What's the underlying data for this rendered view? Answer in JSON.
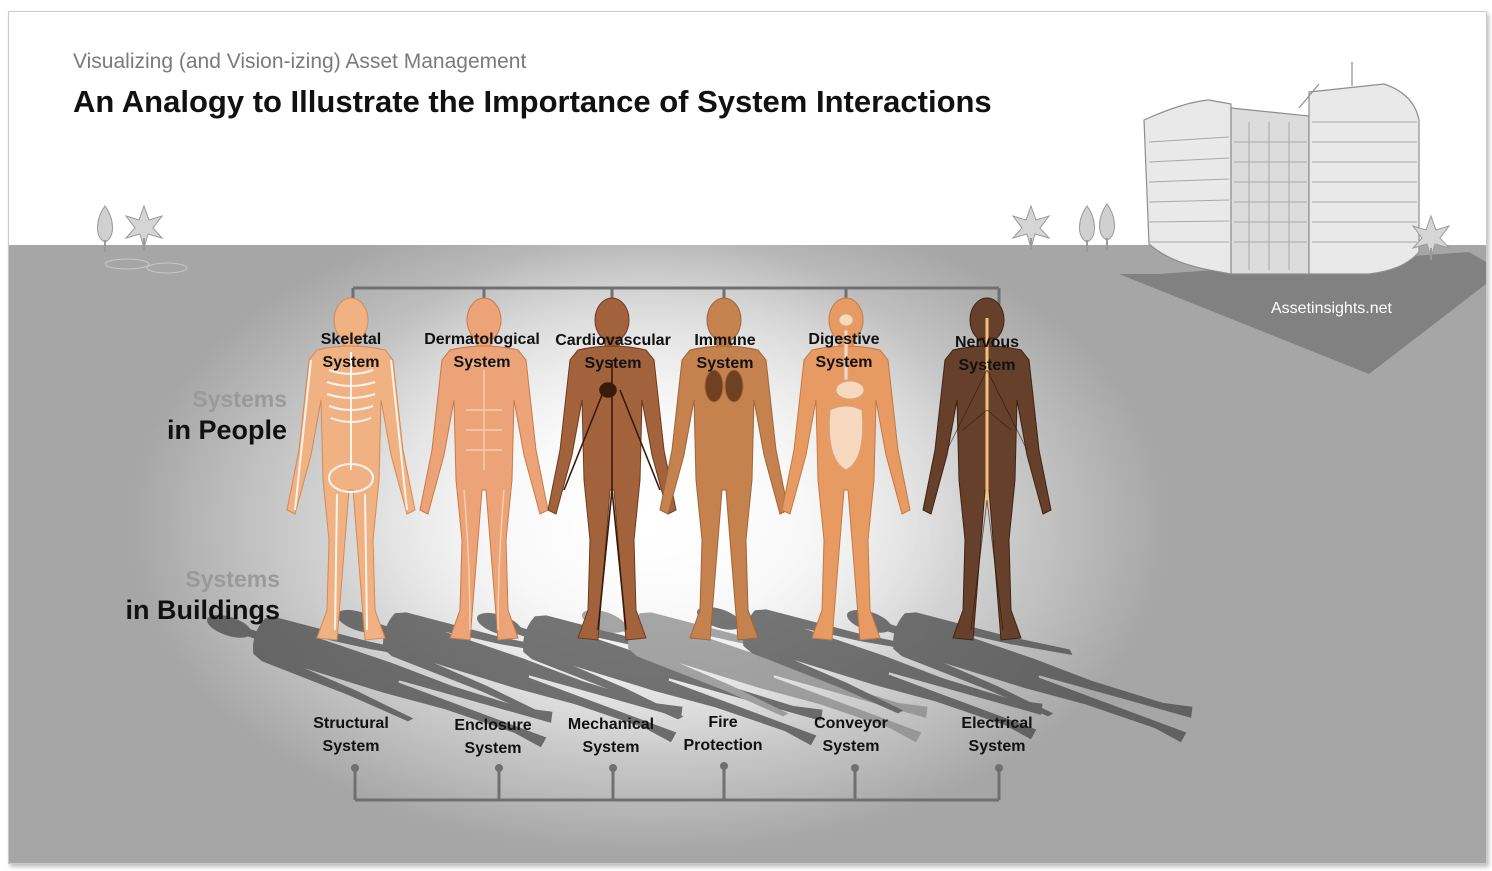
{
  "header": {
    "subtitle": "Visualizing (and Vision-izing) Asset Management",
    "title": "An Analogy to Illustrate the Importance of System Interactions"
  },
  "site_label": "Assetinsights.net",
  "rows": {
    "people": {
      "line1": "Systems",
      "line2": "in People"
    },
    "buildings": {
      "line1": "Systems",
      "line2": "in Buildings"
    }
  },
  "people_systems": [
    {
      "line1": "Skeletal",
      "line2": "System"
    },
    {
      "line1": "Dermatological",
      "line2": "System"
    },
    {
      "line1": "Cardiovascular",
      "line2": "System"
    },
    {
      "line1": "Immune",
      "line2": "System"
    },
    {
      "line1": "Digestive",
      "line2": "System"
    },
    {
      "line1": "Nervous",
      "line2": "System"
    }
  ],
  "building_systems": [
    {
      "line1": "Structural",
      "line2": "System"
    },
    {
      "line1": "Enclosure",
      "line2": "System"
    },
    {
      "line1": "Mechanical",
      "line2": "System"
    },
    {
      "line1": "Fire",
      "line2": "Protection"
    },
    {
      "line1": "Conveyor",
      "line2": "System"
    },
    {
      "line1": "Electrical",
      "line2": "System"
    }
  ],
  "figures": [
    {
      "name": "skeletal",
      "color": "#f0b283"
    },
    {
      "name": "dermatological",
      "color": "#eca377"
    },
    {
      "name": "cardiovascular",
      "color": "#a2633c"
    },
    {
      "name": "immune",
      "color": "#c5814e"
    },
    {
      "name": "digestive",
      "color": "#e89a63"
    },
    {
      "name": "nervous",
      "color": "#66402a"
    }
  ]
}
